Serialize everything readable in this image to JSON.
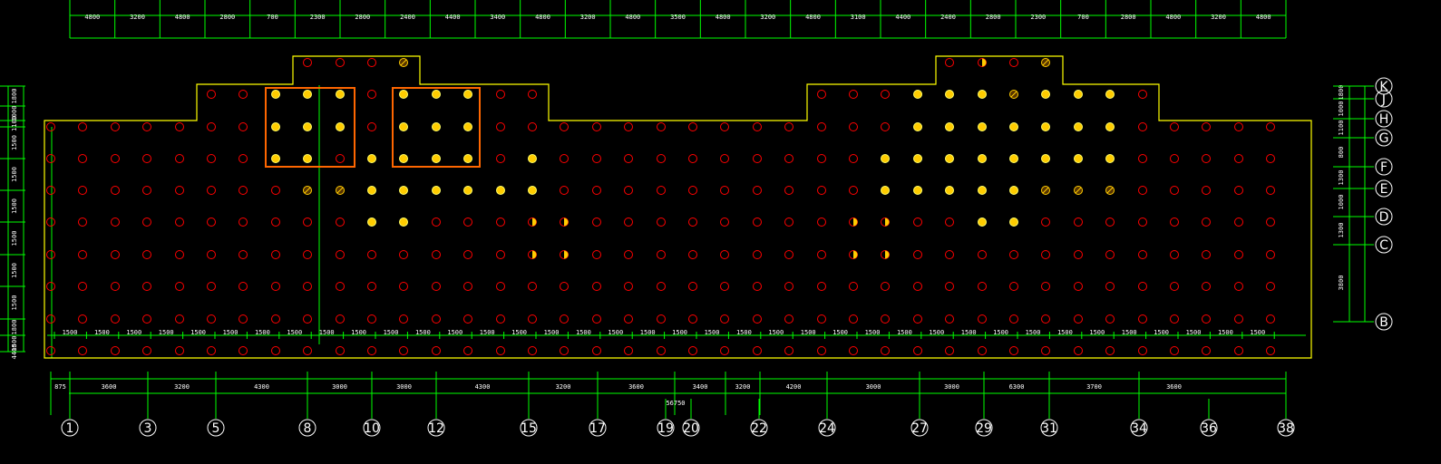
{
  "colors": {
    "background": "#000000",
    "outline": "#ffff00",
    "grid": "#00ff00",
    "pile": "#ff0000",
    "pile_fill": "#ffcc00",
    "highlight_box": "#ff6600",
    "text": "#ffffff"
  },
  "top_dims": [
    "4800",
    "3200",
    "4800",
    "2800",
    "700",
    "2300",
    "2800",
    "2400",
    "4400",
    "3400",
    "4800",
    "3200",
    "4800",
    "3500",
    "4800",
    "3200",
    "4800",
    "3100",
    "4400",
    "2400",
    "2800",
    "2300",
    "700",
    "2800",
    "4800",
    "3200",
    "4800"
  ],
  "pile_row_dims": [
    "1500",
    "1500",
    "1500",
    "1500",
    "1500",
    "1500",
    "1500",
    "1500",
    "1500",
    "1500",
    "1500",
    "1500",
    "1500",
    "1500",
    "1500",
    "1500",
    "1500",
    "1500",
    "1500",
    "1500",
    "1500",
    "1500",
    "1500",
    "1500",
    "1500",
    "1500",
    "1500",
    "1500",
    "1500",
    "1500",
    "1500",
    "1500",
    "1500",
    "1500",
    "1500",
    "1500",
    "1500",
    "1500",
    "1500"
  ],
  "bottom_dims": [
    "875",
    "3600",
    "3200",
    "4300",
    "3000",
    "3000",
    "4300",
    "3200",
    "3600",
    "3400",
    "3200",
    "4200",
    "3000",
    "3000",
    "6300",
    "3700",
    "3600"
  ],
  "total_dim": "56750",
  "left_dims": [
    "1800",
    "1000",
    "1100",
    "1500",
    "1500",
    "1500",
    "1500",
    "1500",
    "1500",
    "1800",
    "1500",
    "4400"
  ],
  "right_dims": [
    "1800",
    "1000",
    "1100",
    "800",
    "1300",
    "1000",
    "1300",
    "3800"
  ],
  "col_axes": [
    "1",
    "3",
    "5",
    "8",
    "10",
    "12",
    "15",
    "17",
    "19",
    "20",
    "22",
    "24",
    "27",
    "29",
    "31",
    "34",
    "36",
    "38"
  ],
  "row_axes": [
    "K",
    "J",
    "H",
    "G",
    "F",
    "E",
    "D",
    "C",
    "B"
  ]
}
